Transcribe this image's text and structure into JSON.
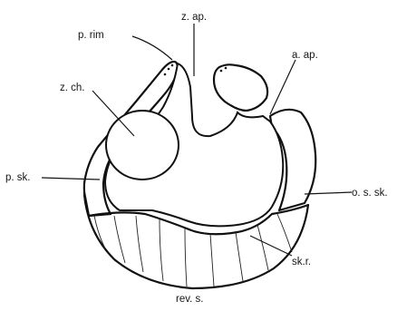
{
  "labels": {
    "z_ap": "z. ap.",
    "p_rim": "p. rim",
    "a_ap": "a. ap.",
    "z_ch": "z. ch.",
    "p_sk": "p. sk.",
    "o_s_sk": "o. s. sk.",
    "sk_r": "sk.r.",
    "caption": "rev.  s."
  },
  "colors": {
    "ink": "#151515",
    "paper": "#ffffff"
  }
}
